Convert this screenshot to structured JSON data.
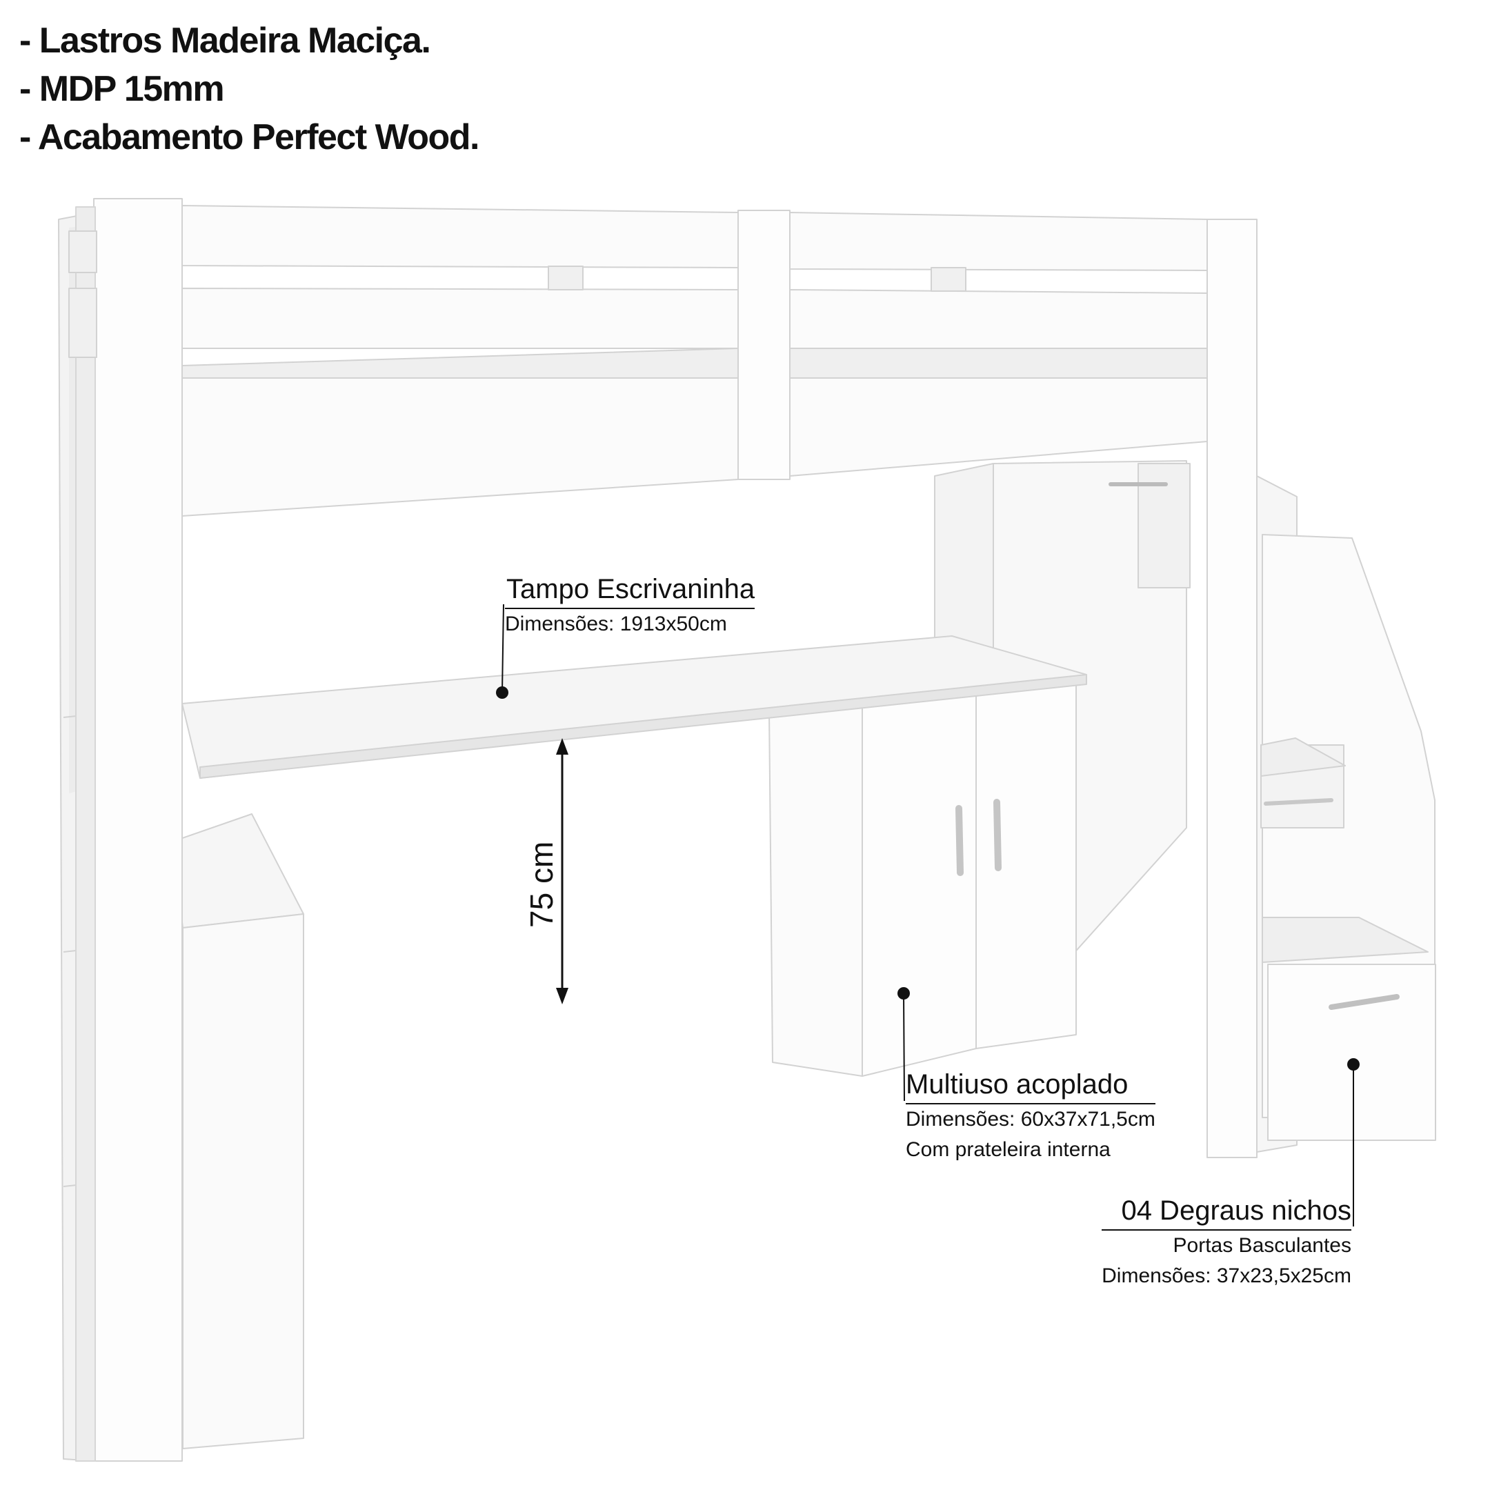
{
  "features": [
    "- Lastros Madeira Maciça.",
    "- MDP 15mm",
    "- Acabamento Perfect  Wood."
  ],
  "callouts": {
    "desk": {
      "title": "Tampo Escrivaninha",
      "lines": [
        "Dimensões: 1913x50cm"
      ]
    },
    "multiuso": {
      "title": "Multiuso acoplado",
      "lines": [
        "Dimensões: 60x37x71,5cm",
        "Com prateleira interna"
      ]
    },
    "steps": {
      "title": "04 Degraus nichos",
      "lines": [
        "Portas Basculantes",
        "Dimensões: 37x23,5x25cm"
      ]
    }
  },
  "dimension": {
    "desk_height": "75 cm"
  },
  "colors": {
    "panel": "#fbfbfb",
    "panel_shadow": "#e9e9e9",
    "edge": "#cfcfcf",
    "ink": "#111111"
  }
}
